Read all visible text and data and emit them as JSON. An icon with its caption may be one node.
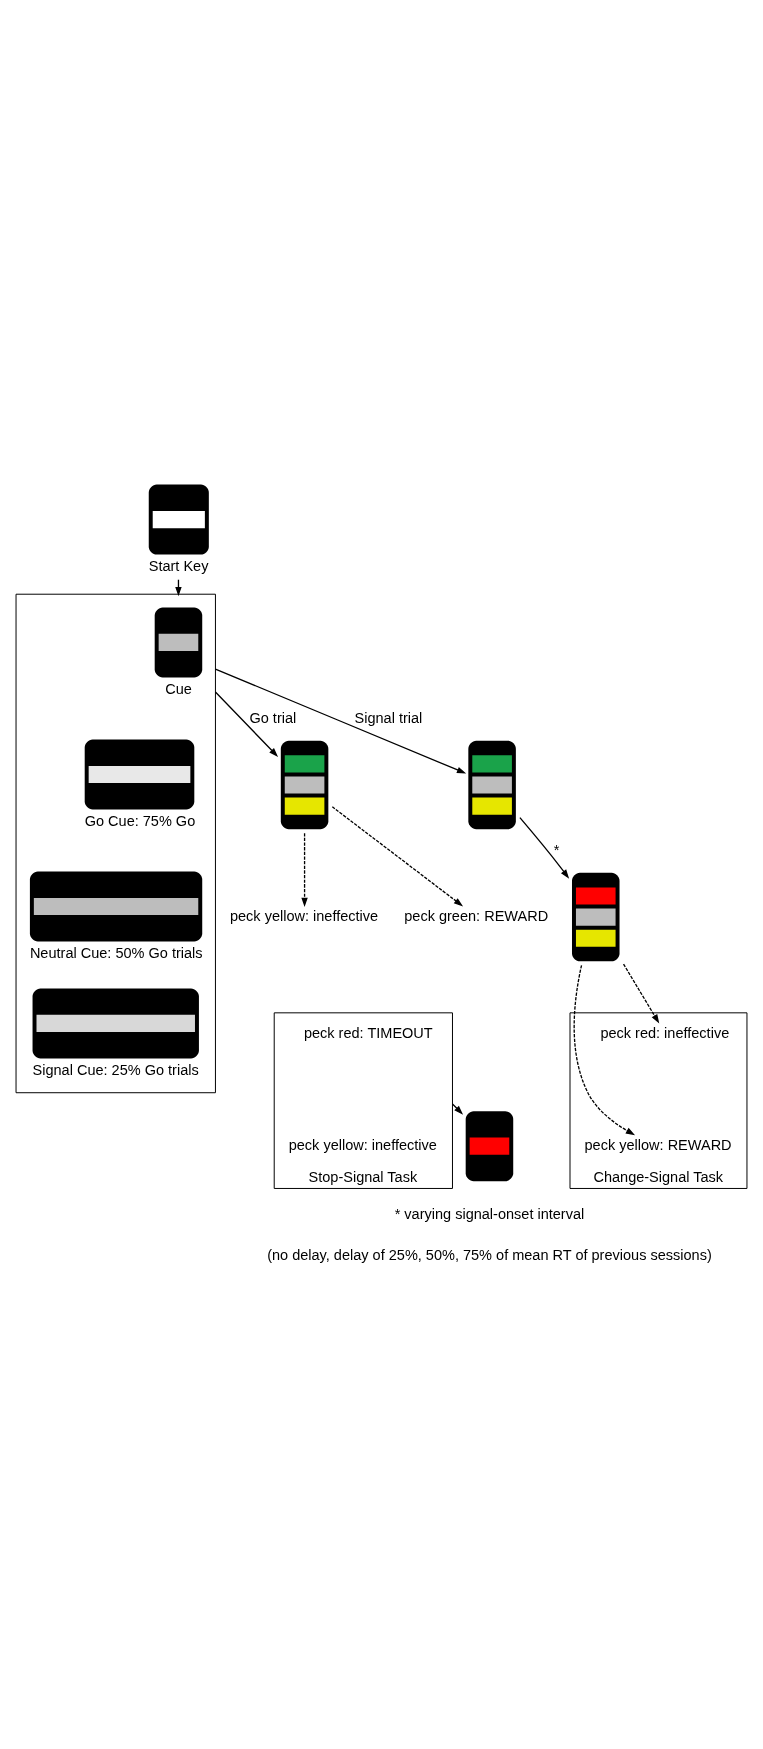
{
  "diagram": {
    "nodes": [
      {
        "text": [
          "Start Key"
        ]
      },
      {
        "text": [],
        "shape": "box"
      },
      {
        "text": [
          "Cue"
        ],
        "in": 1
      },
      {
        "text": [
          "Go Cue: 75% Go"
        ],
        "in": 1
      },
      {
        "text": [
          "Neutral Cue: 50% Go trials"
        ],
        "in": 1
      },
      {
        "text": [
          "Signal Cue: 25% Go trials"
        ],
        "in": 1
      },
      {
        "text": [],
        "shape": "box"
      },
      {
        "text": [],
        "shape": "box"
      },
      {
        "text": [],
        "shape": "box"
      },
      {
        "text": [
          "peck yellow: ineffective"
        ]
      },
      {
        "text": [
          "peck green: REWARD"
        ]
      },
      {
        "text": [
          "Change-Signal Task"
        ]
      },
      {
        "text": [
          "peck red: ineffective"
        ],
        "in": 11
      },
      {
        "text": [
          "peck yellow: REWARD"
        ],
        "in": 11
      },
      {
        "text": [
          "Stop-Signal Task"
        ]
      },
      {
        "text": [
          "peck red: TIMEOUT"
        ],
        "in": 14
      },
      {
        "text": [
          "peck yellow: ineffective"
        ],
        "in": 14
      },
      {
        "text": [],
        "shape": "box"
      }
    ],
    "edges": [
      {
        "from": 0,
        "to": 1,
        "arrow": "to"
      },
      {
        "from": 1,
        "to": 6,
        "arrow": "to",
        "label": "Go trial"
      },
      {
        "from": 1,
        "to": 7,
        "arrow": "to",
        "label": "Signal trial"
      },
      {
        "from": 6,
        "to": 9,
        "arrow": "to",
        "style": "dashed"
      },
      {
        "from": 6,
        "to": 10,
        "arrow": "to",
        "style": "dashed"
      },
      {
        "from": 7,
        "to": 8,
        "arrow": "to",
        "label": "*"
      },
      {
        "from": 8,
        "to": 12,
        "arrow": "to",
        "style": "dashed"
      },
      {
        "from": 8,
        "to": 13,
        "arrow": "to",
        "style": "dashed"
      },
      {
        "from": 14,
        "to": 17,
        "arrow": "to"
      }
    ],
    "labels": [
      "* varying signal-onset interval",
      "(no delay, delay of 25%, 50%, 75% of mean RT of previous sessions)"
    ]
  }
}
